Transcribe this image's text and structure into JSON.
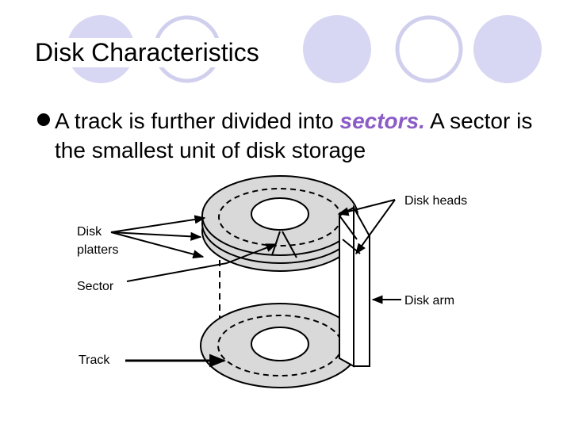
{
  "slide": {
    "title": "Disk Characteristics",
    "bullet": {
      "part1": "A track is further divided into ",
      "keyword": "sectors.",
      "part2": "  A sector is the smallest unit of disk storage"
    }
  },
  "colors": {
    "decor_fill": "#d7d7f3",
    "decor_ring": "#d0d0ee",
    "keyword": "#8b5bc6",
    "platter": "#d9d9d9"
  },
  "diagram": {
    "labels": {
      "disk_heads": "Disk heads",
      "disk_platters_line1": "Disk",
      "disk_platters_line2": "platters",
      "sector": "Sector",
      "disk_arm": "Disk arm",
      "track": "Track"
    }
  }
}
